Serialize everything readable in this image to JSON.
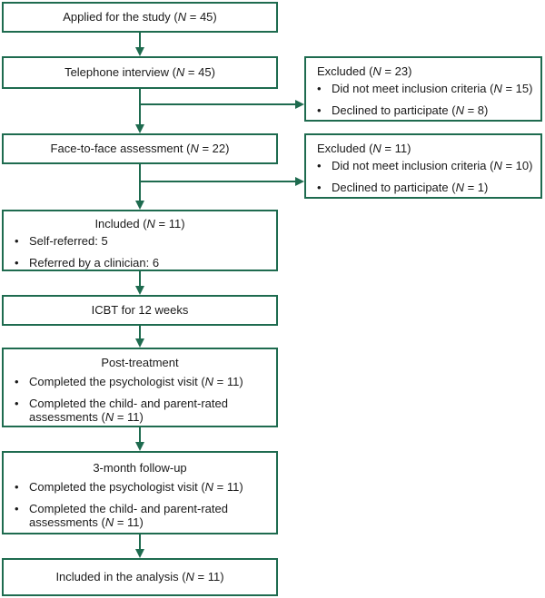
{
  "colors": {
    "accent": "#1e6b4f"
  },
  "boxes": {
    "applied": "Applied for the study (N = 45)",
    "telephone": "Telephone interview (N = 45)",
    "face": "Face-to-face assessment (N = 22)",
    "included": "Included (N = 11)",
    "icbt": "ICBT for 12 weeks",
    "post": "Post-treatment",
    "followup": "3-month follow-up",
    "analysis": "Included in the analysis (N = 11)"
  },
  "excluded1": {
    "title": "Excluded  (N = 23)",
    "items": [
      "Did not meet inclusion criteria (N = 15)",
      "Declined to participate (N = 8)"
    ]
  },
  "excluded2": {
    "title": "Excluded  (N = 11)",
    "items": [
      "Did not meet inclusion criteria (N = 10)",
      "Declined to participate (N = 1)"
    ]
  },
  "included_items": [
    "Self-referred: 5",
    "Referred by a clinician: 6"
  ],
  "post_items": [
    "Completed the psychologist visit (N = 11)",
    "Completed the child- and parent-rated assessments (N = 11)"
  ],
  "followup_items": [
    "Completed the psychologist visit (N = 11)",
    "Completed the child- and parent-rated assessments (N = 11)"
  ]
}
